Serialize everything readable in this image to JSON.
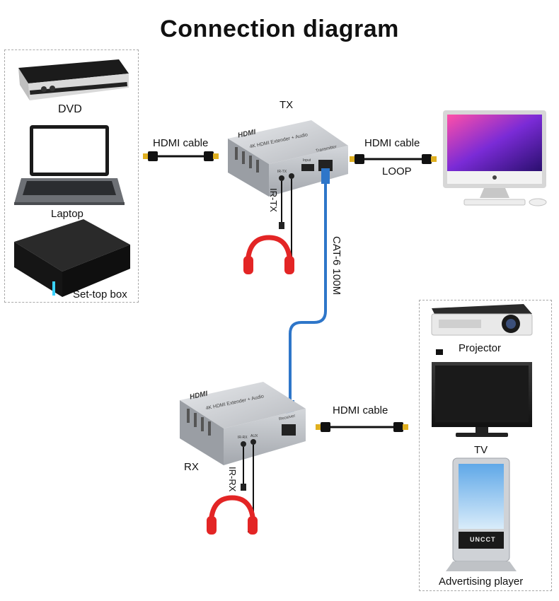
{
  "title": "Connection diagram",
  "sources": {
    "dvd": "DVD",
    "laptop": "Laptop",
    "settop": "Set-top box"
  },
  "tx": {
    "label": "TX",
    "brand": "HDMI",
    "model": "4K HDMI Extender + Audio",
    "side": "Transmitter",
    "port_hdmi": "Input",
    "port_ir": "IR-TX",
    "ir_label": "IR-TX"
  },
  "rx": {
    "label": "RX",
    "brand": "HDMI",
    "model": "4K HDMI Extender + Audio",
    "side": "Receiver",
    "port_ir": "IR-RX",
    "port_aux": "AUX",
    "ir_label": "IR-RX"
  },
  "cables": {
    "hdmi_in": "HDMI cable",
    "hdmi_loop": "HDMI cable",
    "loop": "LOOP",
    "cat": "CAT-6 100M",
    "hdmi_out": "HDMI cable"
  },
  "displays": {
    "projector": "Projector",
    "tv": "TV",
    "player": "Advertising player",
    "player_brand": "UNCCT"
  },
  "colors": {
    "cat_cable": "#2e76c9",
    "hdmi_tip": "#e0b020",
    "headphone": "#e32525",
    "device_body": "#b9bcc1"
  }
}
